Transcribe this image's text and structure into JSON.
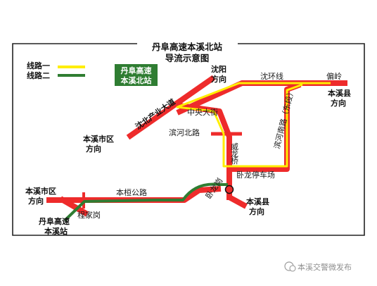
{
  "title": [
    "丹阜高速本溪北站",
    "导流示意图"
  ],
  "legend": {
    "route1": {
      "label": "线路一",
      "color": "#ffee00"
    },
    "route2": {
      "label": "线路二",
      "color": "#2f7d32"
    }
  },
  "station_badge": [
    "丹阜高速",
    "本溪北站"
  ],
  "colors": {
    "road": "#ee2b2b",
    "badge_bg": "#2f7d32",
    "frame": "#222222"
  },
  "places": {
    "shenyang_dir": [
      "沈阳",
      "方向"
    ],
    "shenhuan_road": "沈环线",
    "pianling": "偏岭",
    "benxi_county_dir_top": [
      "本溪县",
      "方向"
    ],
    "shenbei_ave": "沈北产业大道",
    "zhongyang_street": "中央大街",
    "binhe_north_road": "滨河北路",
    "weilong_bridge": [
      "威",
      "龙",
      "桥"
    ],
    "binhe_south_road": "滨河南路（东段）",
    "wolong_parking": "卧龙停车场",
    "benxi_city_dir_upper": [
      "本溪市区",
      "方向"
    ],
    "benxi_city_dir_lower": [
      "本溪市区",
      "方向"
    ],
    "benhuan_road": "本桓公路",
    "wolonggang": "卧龙岗",
    "benxi_county_dir_bottom": [
      "本溪县",
      "方向"
    ],
    "chengjiagang": "程家岗",
    "station_bottom": [
      "丹阜高速",
      "本溪站"
    ]
  },
  "watermark": "本溪交警微发布"
}
